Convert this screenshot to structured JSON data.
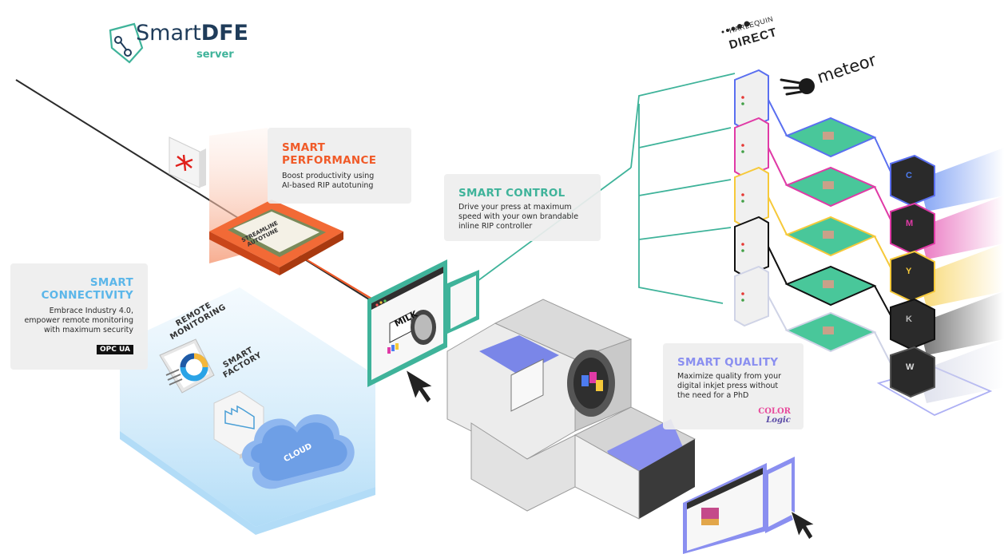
{
  "brand": {
    "name_light": "Smart",
    "name_bold": "DFE",
    "tagline": "server",
    "colors": {
      "teal": "#3fb39a",
      "navy": "#1f3c5a"
    }
  },
  "cards": {
    "performance": {
      "title_line1": "SMART",
      "title_line2": "PERFORMANCE",
      "body_line1": "Boost productivity using",
      "body_line2": "AI-based RIP autotuning",
      "accent": "#f05a28"
    },
    "control": {
      "title": "SMART CONTROL",
      "body_line1": "Drive your press at maximum",
      "body_line2": "speed with your own brandable",
      "body_line3": "inline RIP controller",
      "accent": "#3fb39a"
    },
    "connectivity": {
      "title_line1": "SMART",
      "title_line2": "CONNECTIVITY",
      "body_line1": "Embrace Industry 4.0,",
      "body_line2": "empower remote monitoring",
      "body_line3": "with maximum security",
      "badge": "OPC UA",
      "accent": "#5bb6e9"
    },
    "quality": {
      "title": "SMART QUALITY",
      "body_line1": "Maximize quality from your",
      "body_line2": "digital inkjet press without",
      "body_line3": "the need for a PhD",
      "badge_color": "COLOR",
      "badge_logic": "Logic",
      "accent": "#8a8ff0"
    }
  },
  "labels": {
    "chip_line1": "STREAMLINE",
    "chip_line2": "AUTOTUNE",
    "remote_line1": "REMOTE",
    "remote_line2": "MONITORING",
    "factory_line1": "SMART",
    "factory_line2": "FACTORY",
    "cloud": "CLOUD",
    "milk": "MILK"
  },
  "partners": {
    "harlequin_line1": "HARLEQUIN",
    "harlequin_line2": "DIRECT",
    "meteor": "meteor"
  },
  "heads": [
    "C",
    "M",
    "Y",
    "K",
    "W"
  ],
  "icons": [
    "pdf-icon",
    "cursor-icon",
    "cloud-icon",
    "factory-icon",
    "donut-chart-icon",
    "cpu-chip-icon",
    "server-icon",
    "printhead-icon"
  ]
}
